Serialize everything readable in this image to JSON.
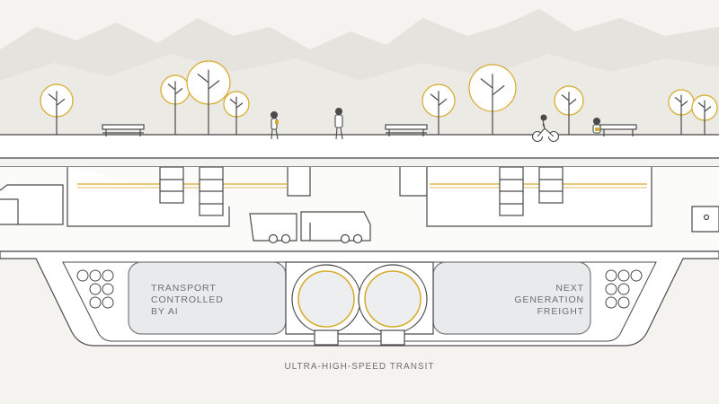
{
  "labels": {
    "left": [
      "TRANSPORT",
      "CONTROLLED",
      "BY AI"
    ],
    "right": [
      "NEXT",
      "GENERATION",
      "FREIGHT"
    ],
    "bottom": "ULTRA-HIGH-SPEED TRANSIT"
  },
  "colors": {
    "background": "#f4f3ef",
    "line": "#4a4a4a",
    "accent": "#d6a929",
    "mountain": "#e2e1dc",
    "panel": "#e9eaeb"
  }
}
